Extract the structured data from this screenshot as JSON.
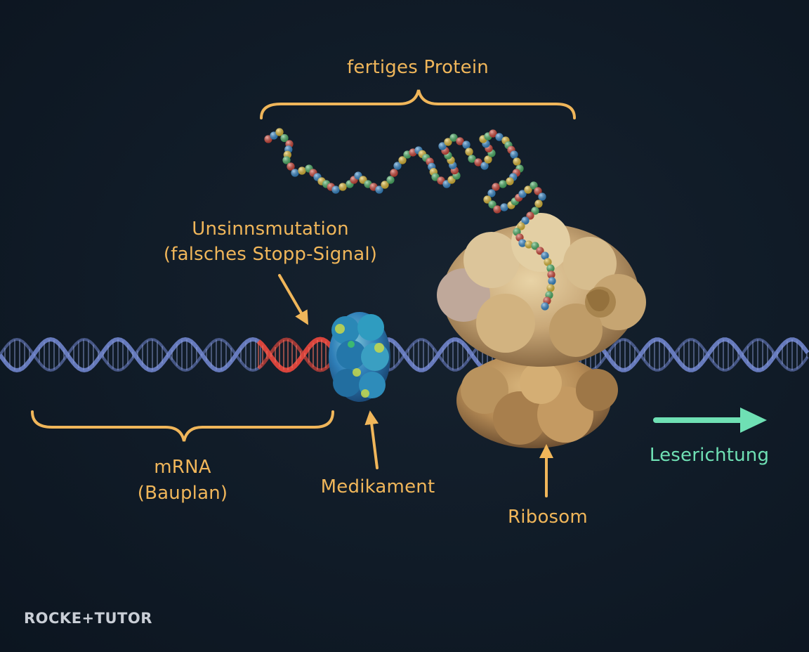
{
  "labels": {
    "protein": "fertiges Protein",
    "mutation_line1": "Unsinnsmutation",
    "mutation_line2": "(falsches Stopp-Signal)",
    "mrna_line1": "mRNA",
    "mrna_line2": "(Bauplan)",
    "drug": "Medikament",
    "ribosome": "Ribosom",
    "direction": "Leserichtung"
  },
  "logo": {
    "text": "ROCKE+TUTOR"
  },
  "colors": {
    "background": "#0f1a26",
    "label": "#f0b65a",
    "direction": "#6fe0b4",
    "mrna": "#6b7fc4",
    "mutation": "#d9443c",
    "ribosome": "#c9a878",
    "drug": "#2f7fb8",
    "protein_beads": [
      "#d94a3c",
      "#3a8fd4",
      "#e8c23a",
      "#4fb86a"
    ]
  }
}
